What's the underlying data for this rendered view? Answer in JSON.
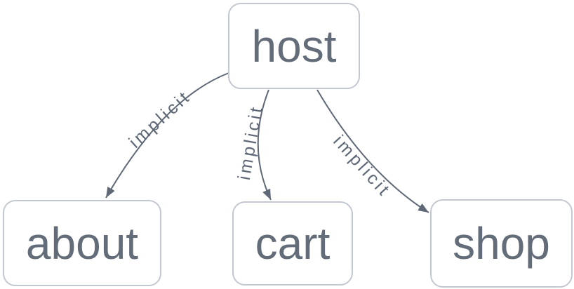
{
  "graph": {
    "nodes": [
      {
        "id": "host",
        "label": "host"
      },
      {
        "id": "about",
        "label": "about"
      },
      {
        "id": "cart",
        "label": "cart"
      },
      {
        "id": "shop",
        "label": "shop"
      }
    ],
    "edges": [
      {
        "from": "host",
        "to": "about",
        "label": "implicit"
      },
      {
        "from": "host",
        "to": "cart",
        "label": "implicit"
      },
      {
        "from": "host",
        "to": "shop",
        "label": "implicit"
      }
    ],
    "colors": {
      "background": "#ffffff",
      "node_fill": "#ffffff",
      "node_border": "#c3c8d0",
      "node_text": "#636c79",
      "edge_stroke": "#5e6876",
      "edge_label_text": "#5e6876"
    }
  }
}
